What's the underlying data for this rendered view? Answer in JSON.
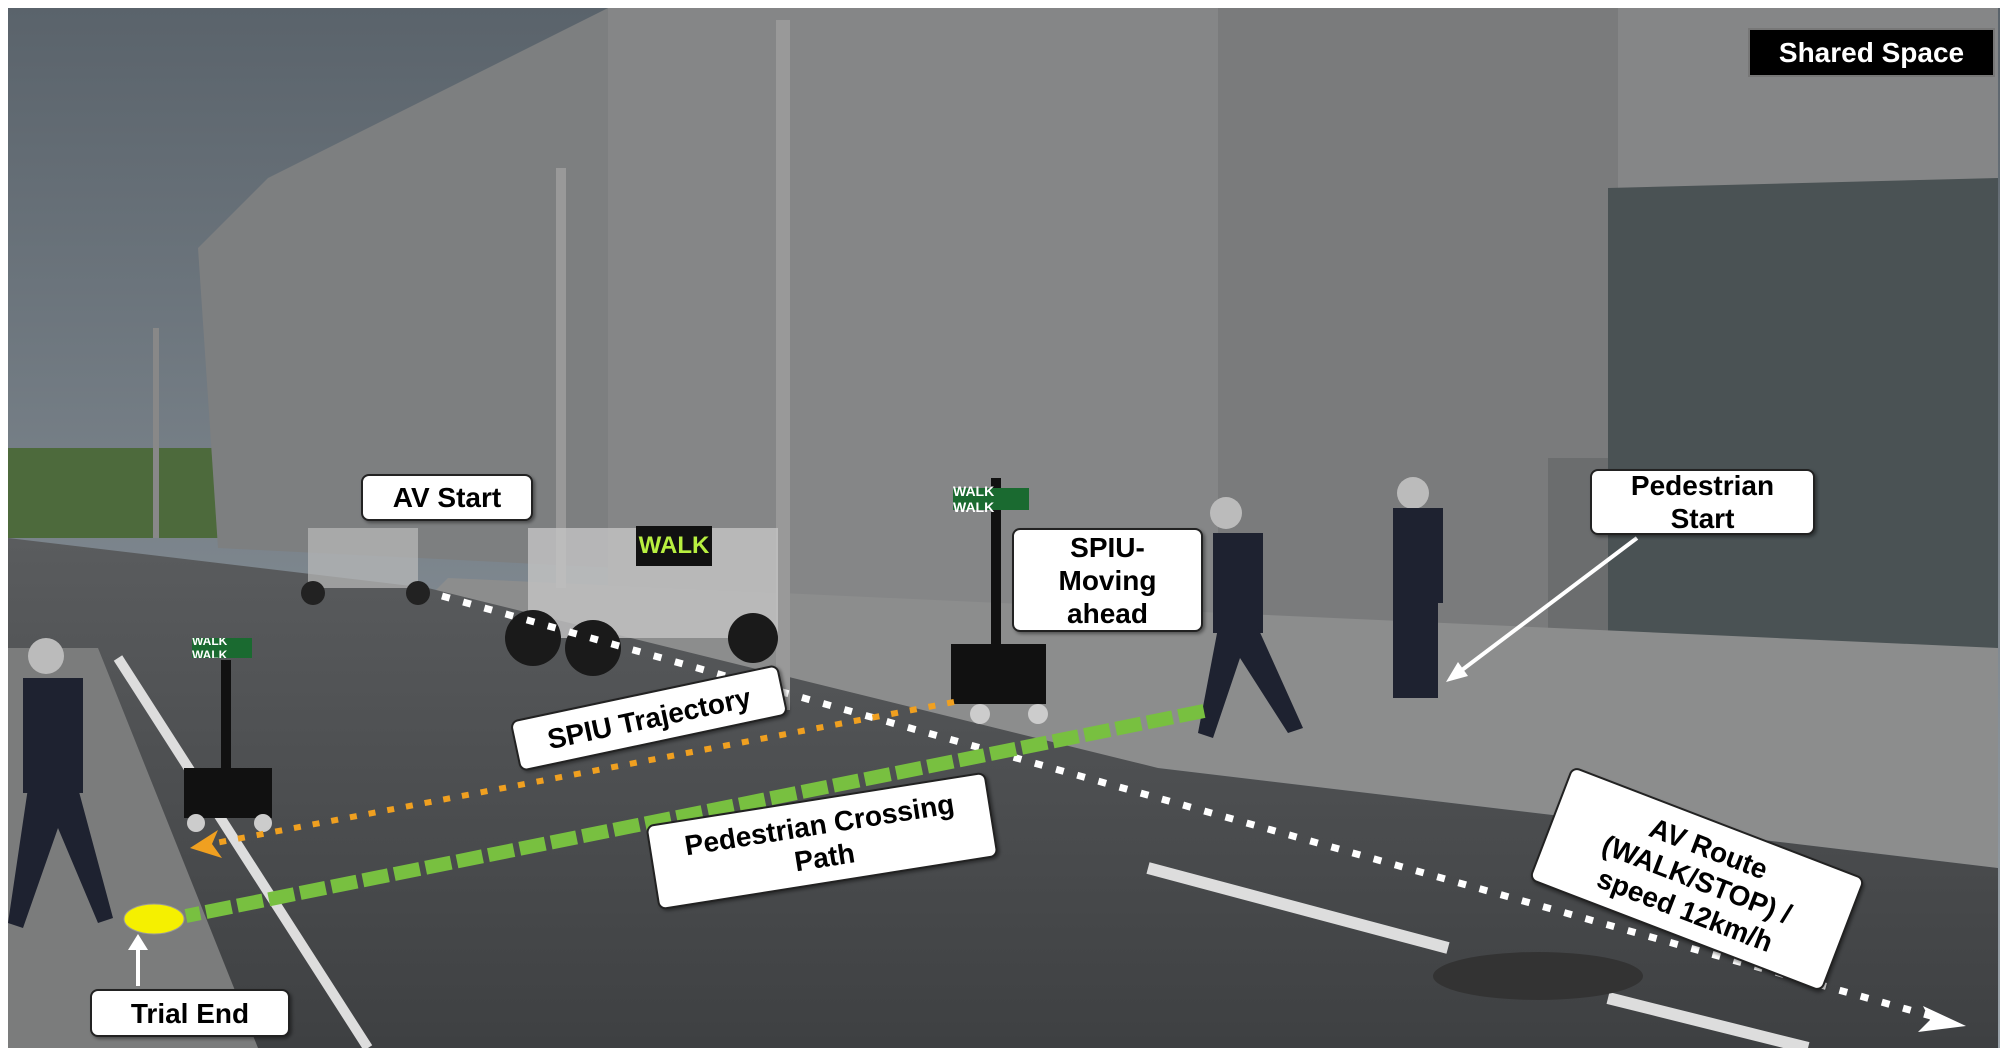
{
  "badge": {
    "shared_space": "Shared Space"
  },
  "labels": {
    "av_start": "AV Start",
    "spiu_moving": "SPIU-\nMoving\nahead",
    "pedestrian_start": "Pedestrian\nStart",
    "spiu_trajectory": "SPIU Trajectory",
    "pedestrian_crossing": "Pedestrian Crossing\nPath",
    "av_route": "AV Route\n(WALK/STOP) /\nspeed 12km/h",
    "trial_end": "Trial End"
  },
  "signs": {
    "av_display": "WALK",
    "spiu_display": "WALK WALK"
  },
  "colors": {
    "av_route": "#ffffff",
    "spiu_trajectory": "#f0a020",
    "pedestrian_path": "#78c040",
    "trial_end_marker": "#f5f000"
  }
}
